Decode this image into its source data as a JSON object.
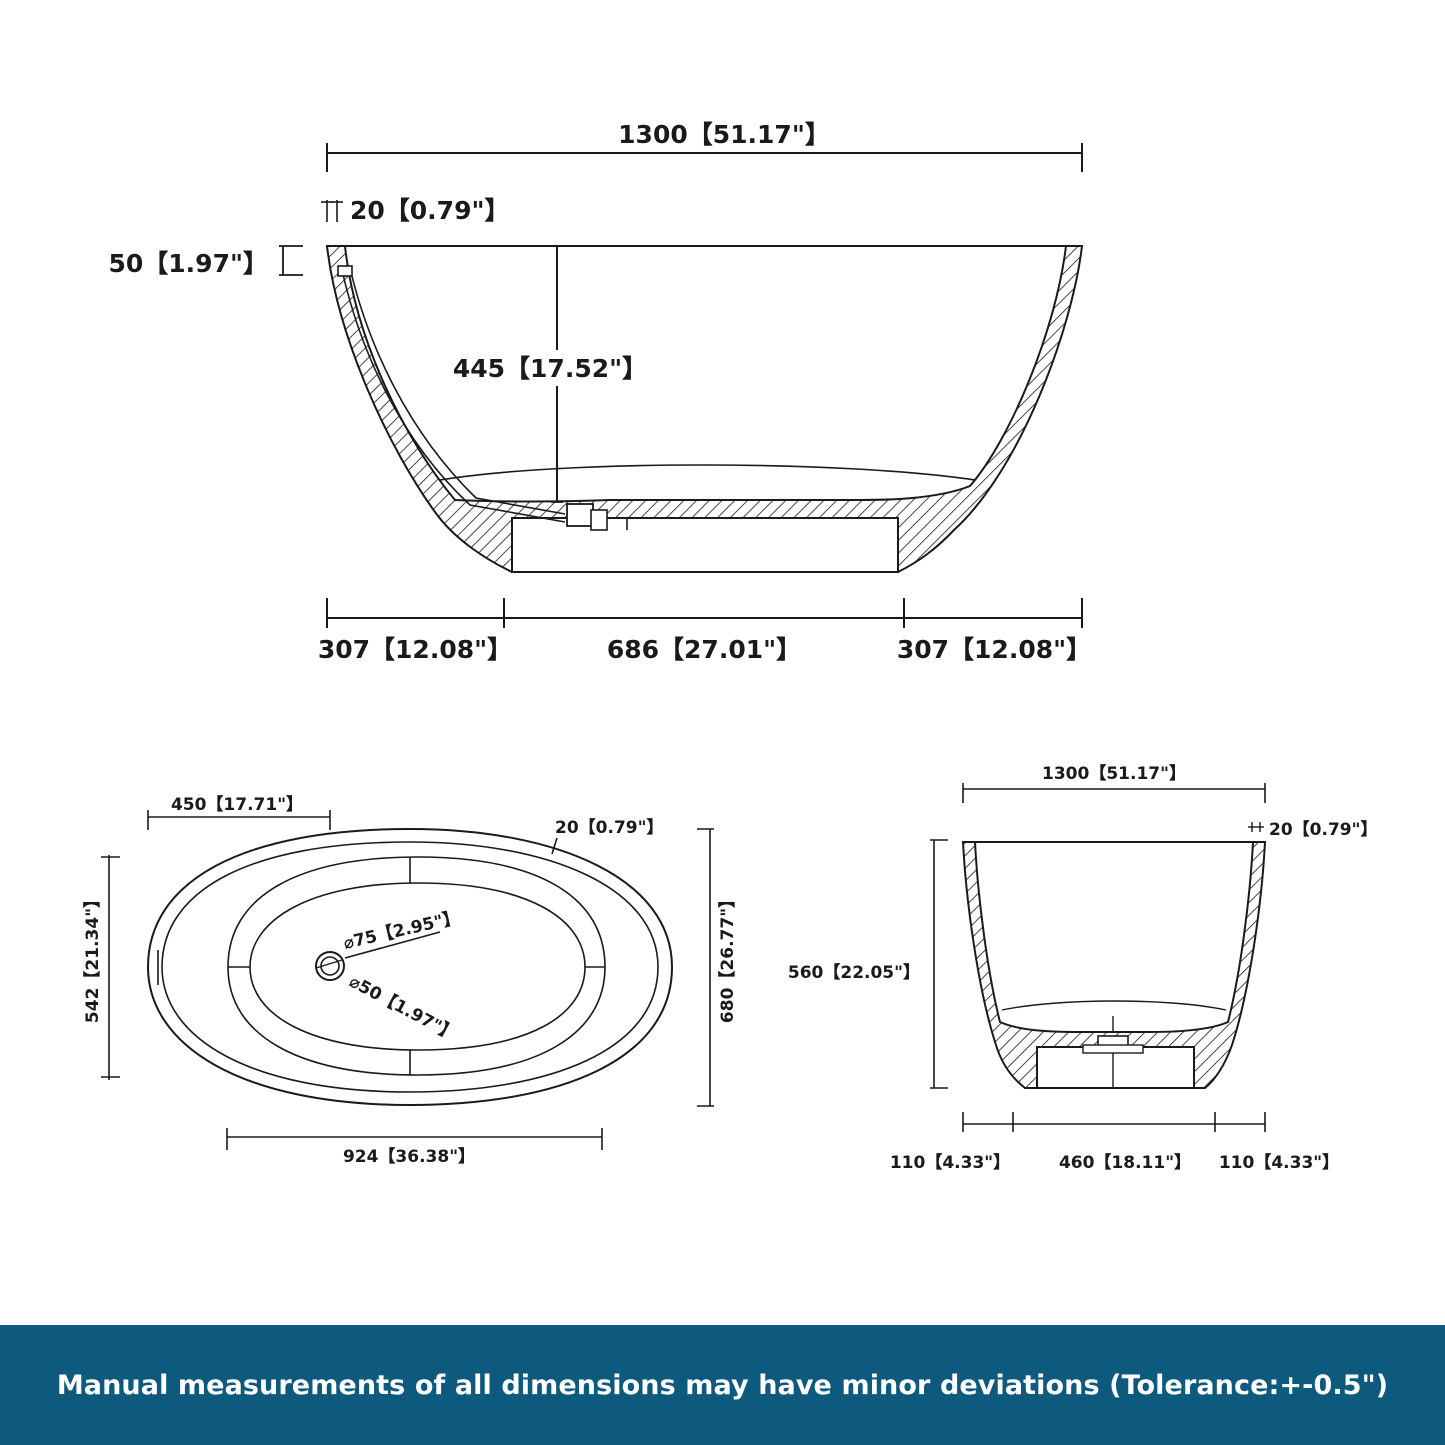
{
  "side_view": {
    "overall_length": "1300【51.17\"】",
    "wall_thickness": "20【0.79\"】",
    "rim_height": "50【1.97\"】",
    "inner_depth": "445【17.52\"】",
    "left_base_offset": "307【12.08\"】",
    "base_length": "686【27.01\"】",
    "right_base_offset": "307【12.08\"】"
  },
  "top_view": {
    "drain_offset": "450【17.71\"】",
    "rim_thickness": "20【0.79\"】",
    "inner_width": "542【21.34\"】",
    "overall_width": "680【26.77\"】",
    "outer_drain_diameter": "⌀75【2.95\"】",
    "inner_drain_diameter": "⌀50【1.97\"】",
    "inner_length": "924【36.38\"】"
  },
  "end_view": {
    "overall_length": "1300【51.17\"】",
    "wall_thickness": "20【0.79\"】",
    "overall_height": "560【22.05\"】",
    "left_base_offset": "110【4.33\"】",
    "base_width": "460【18.11\"】",
    "right_base_offset": "110【4.33\"】"
  },
  "footer": {
    "note": "Manual measurements of all dimensions may have minor deviations (Tolerance:+-0.5\")",
    "background_color": "#0e5a7e",
    "text_color": "#ffffff"
  }
}
